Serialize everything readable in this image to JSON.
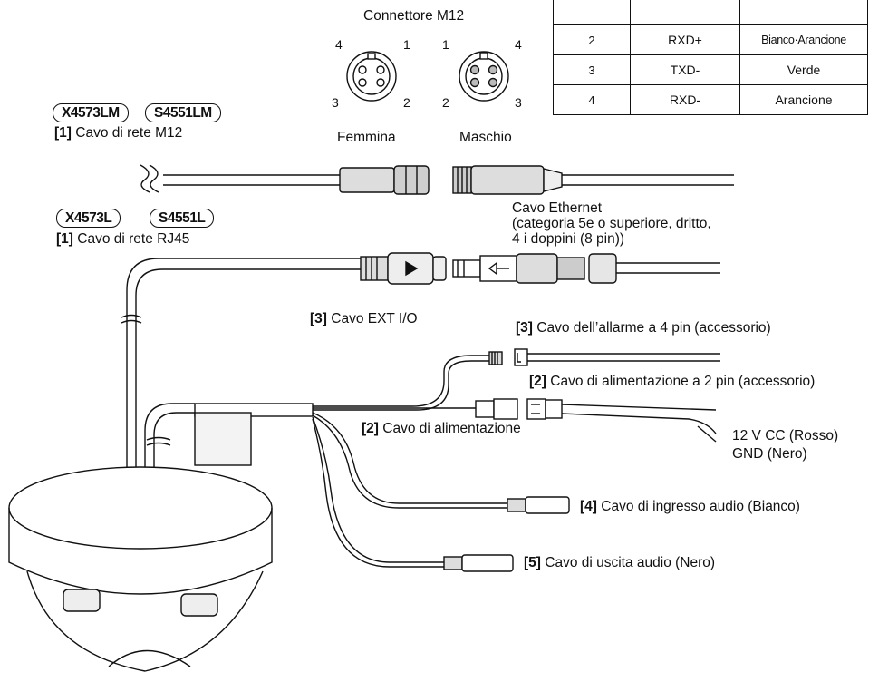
{
  "connector": {
    "title": "Connettore M12",
    "female_label": "Femmina",
    "male_label": "Maschio",
    "female_pins": [
      "4",
      "1",
      "3",
      "2"
    ],
    "male_pins": [
      "1",
      "4",
      "2",
      "3"
    ]
  },
  "pin_table": {
    "rows": [
      {
        "pin": "2",
        "signal": "RXD+",
        "color": "Bianco·Arancione"
      },
      {
        "pin": "3",
        "signal": "TXD-",
        "color": "Verde"
      },
      {
        "pin": "4",
        "signal": "RXD-",
        "color": "Arancione"
      }
    ]
  },
  "models": {
    "m12_group": [
      "X4573LM",
      "S4551LM"
    ],
    "rj45_group": [
      "X4573L",
      "S4551L"
    ]
  },
  "cables": {
    "m12_cable": {
      "num": "[1]",
      "text": " Cavo di rete M12"
    },
    "rj45_cable": {
      "num": "[1]",
      "text": " Cavo di rete RJ45"
    },
    "ethernet": {
      "line1": "Cavo Ethernet",
      "line2": "(categoria 5e o superiore, dritto,",
      "line3": "4 i doppini (8 pin))"
    },
    "ext_io": {
      "num": "[3]",
      "text": " Cavo EXT I/O"
    },
    "alarm": {
      "num": "[3]",
      "text": " Cavo dell’allarme a 4 pin (accessorio)"
    },
    "power_accessory": {
      "num": "[2]",
      "text": " Cavo di alimentazione a 2 pin (accessorio)"
    },
    "power": {
      "num": "[2]",
      "text": " Cavo di alimentazione"
    },
    "v12": "12 V CC (Rosso)",
    "gnd": "GND (Nero)",
    "audio_in": {
      "num": "[4]",
      "text": " Cavo di ingresso audio (Bianco)"
    },
    "audio_out": {
      "num": "[5]",
      "text": " Cavo di uscita audio (Nero)"
    }
  }
}
